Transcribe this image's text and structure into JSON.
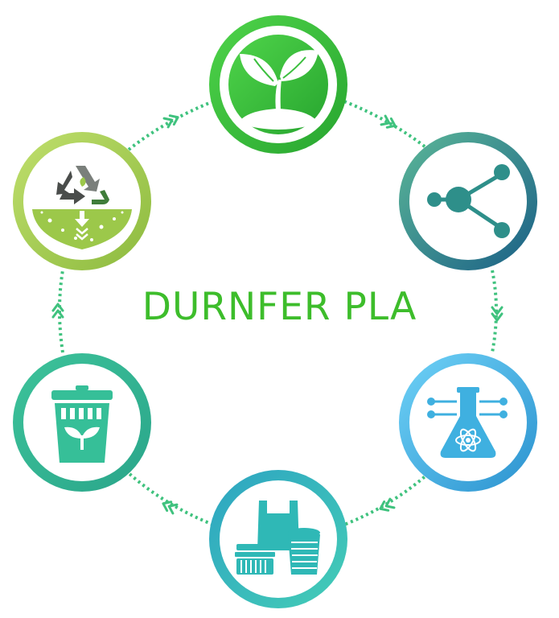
{
  "title": "DURNFER PLA",
  "colors": {
    "title": "#3dbd2b",
    "connector": "#3fc27e",
    "plant_node": "#3cbf3f",
    "molecule_node": "#2e8f8a",
    "lab_node": "#3fb0e0",
    "products_node": "#2fb8b6",
    "bin_node": "#36bf98",
    "recycle_node": "#9cc84a"
  },
  "nodes": [
    {
      "id": "plant",
      "icon": "sprout-icon"
    },
    {
      "id": "molecule",
      "icon": "molecule-icon"
    },
    {
      "id": "lab",
      "icon": "flask-icon"
    },
    {
      "id": "products",
      "icon": "packaging-products-icon"
    },
    {
      "id": "bin",
      "icon": "compost-bin-icon"
    },
    {
      "id": "recycle",
      "icon": "recycle-soil-icon"
    }
  ]
}
